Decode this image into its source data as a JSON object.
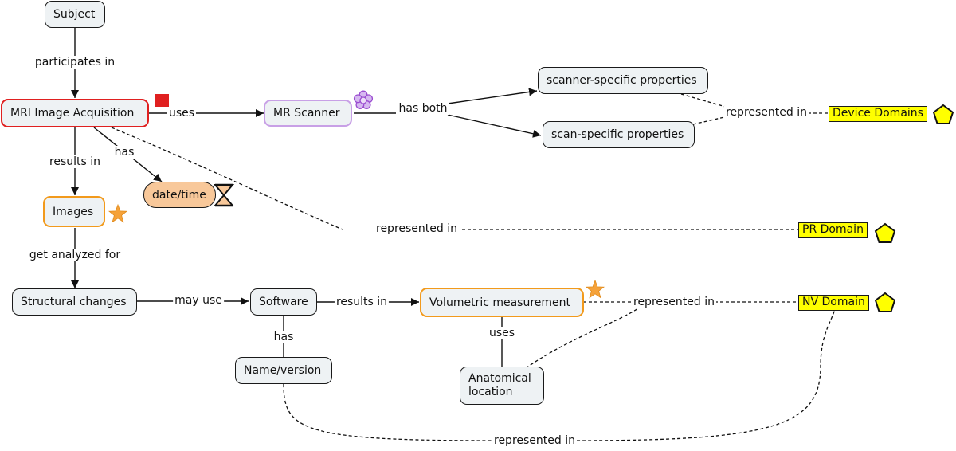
{
  "nodes": {
    "subject": "Subject",
    "mri_acquisition": "MRI Image Acquisition",
    "mr_scanner": "MR Scanner",
    "scanner_props": "scanner-specific properties",
    "scan_props": "scan-specific properties",
    "date_time": "date/time",
    "images": "Images",
    "structural_changes": "Structural changes",
    "software": "Software",
    "volumetric": "Volumetric measurement",
    "name_version": "Name/version",
    "anatomical_location": "Anatomical location"
  },
  "domains": {
    "device": "Device Domains",
    "pr": "PR Domain",
    "nv": "NV Domain"
  },
  "links": {
    "participates_in": "participates in",
    "uses": "uses",
    "has_both": "has both",
    "has_date": "has",
    "results_in_images": "results in",
    "get_analyzed_for": "get analyzed for",
    "may_use": "may use",
    "results_in_volumetric": "results in",
    "has_name": "has",
    "uses_anatomical": "uses",
    "represented_in_device": "represented in",
    "represented_in_pr": "represented in",
    "represented_in_nv": "represented in",
    "represented_in_bottom": "represented in"
  },
  "icons": {
    "mri_acquisition": "red-square-icon",
    "mr_scanner": "purple-flower-icon",
    "date_time": "hourglass-icon",
    "images": "orange-star-icon",
    "volumetric": "orange-star-icon",
    "domains": "yellow-pentagon-icon"
  },
  "colors": {
    "highlight_red": "#e02020",
    "highlight_orange": "#f29a1c",
    "highlight_purple": "#c8a0e6",
    "domain_fill": "#ffff00",
    "node_fill": "#eef2f4",
    "date_fill": "#f8c89a"
  }
}
